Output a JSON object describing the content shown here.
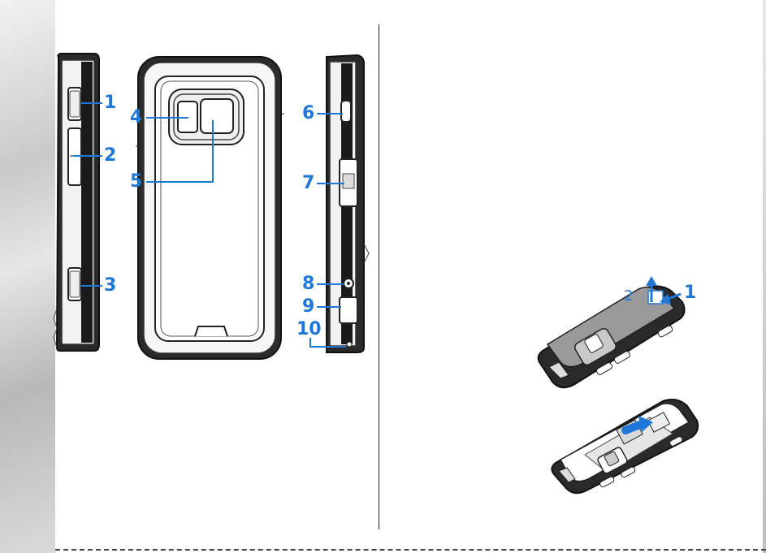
{
  "callouts": {
    "c1": "1",
    "c2": "2",
    "c3": "3",
    "c4": "4",
    "c5": "5",
    "c6": "6",
    "c7": "7",
    "c8": "8",
    "c9": "9",
    "c10": "10",
    "cover_step_1": "1",
    "cover_step_2": "2"
  },
  "colors": {
    "callout": "#1f78d8",
    "outline": "#222222",
    "cover_gray": "#9a9a9a",
    "panel_gray": "#d9d9d9"
  },
  "icons": [
    "arrow-up-icon",
    "arrow-left-icon",
    "arrow-right-icon"
  ]
}
